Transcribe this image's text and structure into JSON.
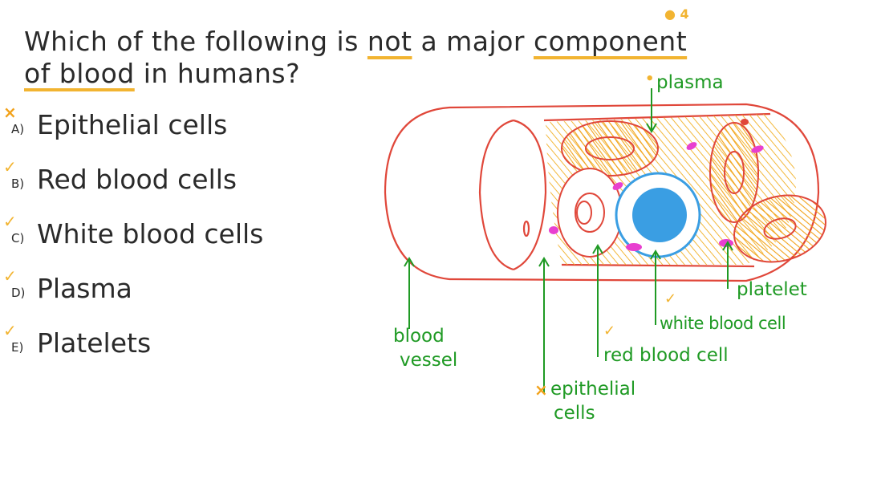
{
  "question": {
    "line1_a": "Which of the following is ",
    "not": "not",
    "line1_b": " a major ",
    "component": "component",
    "of_blood": "of blood",
    "line2_b": " in humans?",
    "marker": "4"
  },
  "options": [
    {
      "letter": "A)",
      "text": "Epithelial cells",
      "mark": "cross"
    },
    {
      "letter": "B)",
      "text": "Red blood cells",
      "mark": "tick"
    },
    {
      "letter": "C)",
      "text": "White blood cells",
      "mark": "tick"
    },
    {
      "letter": "D)",
      "text": "Plasma",
      "mark": "tick"
    },
    {
      "letter": "E)",
      "text": "Platelets",
      "mark": "tick"
    }
  ],
  "labels": {
    "plasma": "plasma",
    "platelet": "platelet",
    "white_blood_cell": "white blood cell",
    "red_blood_cell": "red blood cell",
    "epithelial_1": "epithelial",
    "epithelial_2": "cells",
    "blood_1": "blood",
    "blood_2": "vessel"
  },
  "colors": {
    "ink": "#2a2a2a",
    "highlight": "#f2b431",
    "vessel": "#e0473a",
    "label_green": "#1f9a24",
    "wbc_blue": "#3a9ee3",
    "platelet_pink": "#e83fd0"
  }
}
